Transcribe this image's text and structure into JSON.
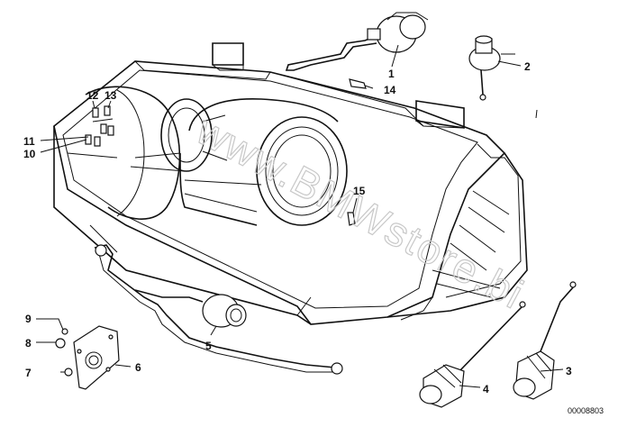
{
  "diagram": {
    "watermark": "www.BMWstore.bi",
    "drawing_code": "00008803",
    "callouts": [
      {
        "id": "c1",
        "label": "1"
      },
      {
        "id": "c2",
        "label": "2"
      },
      {
        "id": "c3",
        "label": "3"
      },
      {
        "id": "c4",
        "label": "4"
      },
      {
        "id": "c5",
        "label": "5"
      },
      {
        "id": "c6",
        "label": "6"
      },
      {
        "id": "c7",
        "label": "7"
      },
      {
        "id": "c8",
        "label": "8"
      },
      {
        "id": "c9",
        "label": "9"
      },
      {
        "id": "c10",
        "label": "10"
      },
      {
        "id": "c11",
        "label": "11"
      },
      {
        "id": "c12",
        "label": "12"
      },
      {
        "id": "c13",
        "label": "13"
      },
      {
        "id": "c14",
        "label": "14"
      },
      {
        "id": "c15",
        "label": "15"
      }
    ]
  }
}
